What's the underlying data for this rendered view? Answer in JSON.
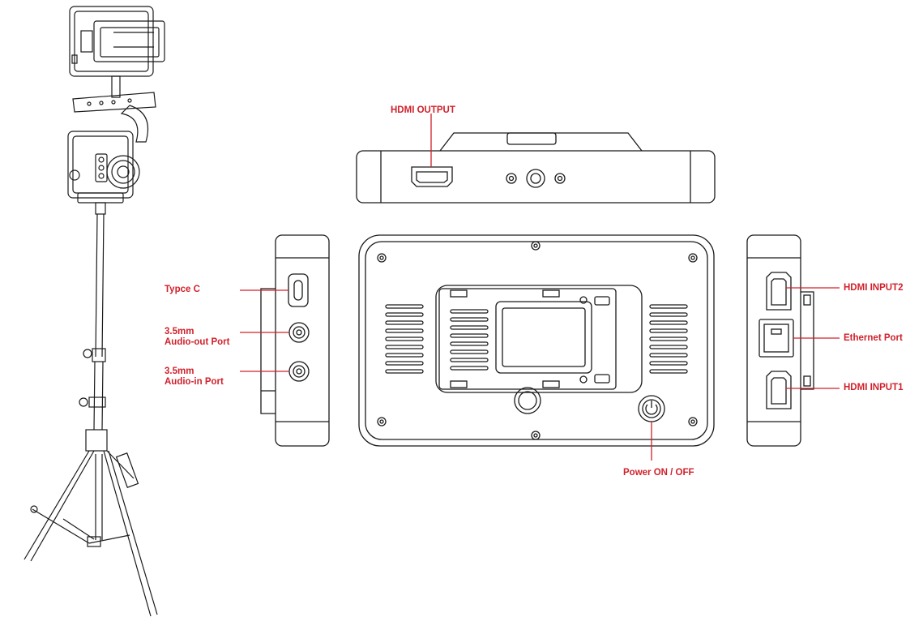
{
  "labels": {
    "hdmi_output": "HDMI OUTPUT",
    "typec": "Typce C",
    "audio_out": "3.5mm\nAudio-out Port",
    "audio_in": "3.5mm\nAudio-in Port",
    "hdmi_input2": "HDMI INPUT2",
    "ethernet": "Ethernet Port",
    "hdmi_input1": "HDMI INPUT1",
    "power": "Power ON / OFF"
  },
  "colors": {
    "label": "#d0212b",
    "line": "#1a1a1a",
    "background": "#ffffff"
  }
}
